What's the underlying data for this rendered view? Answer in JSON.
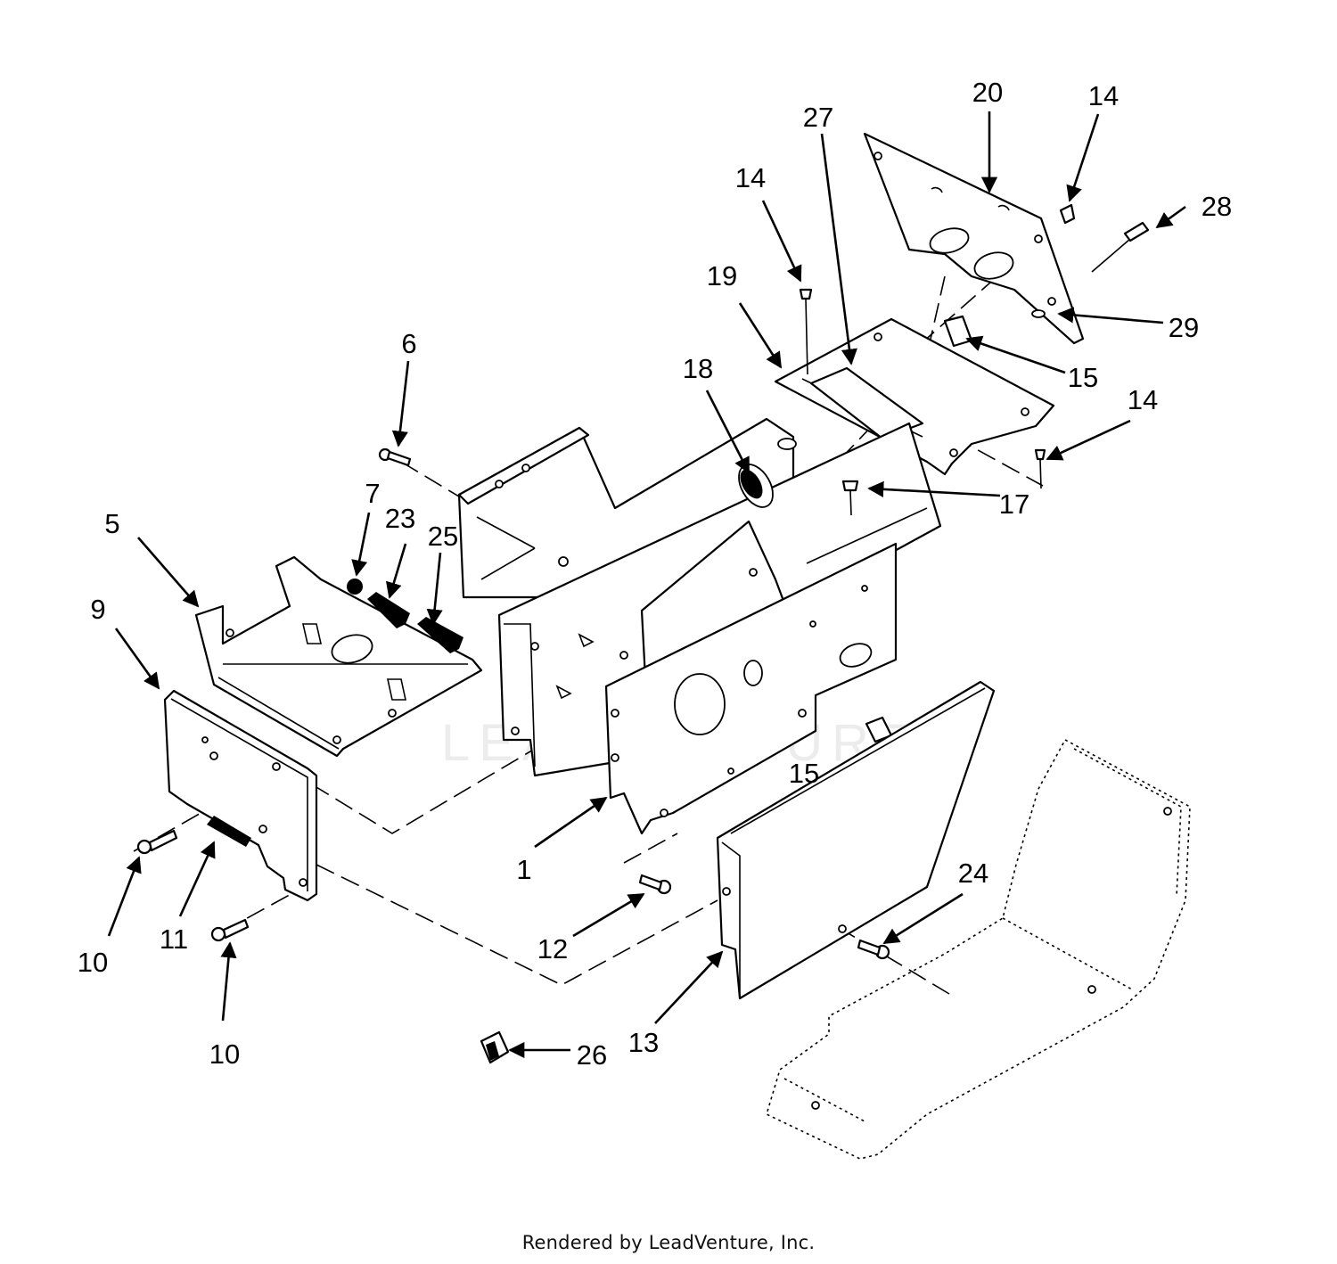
{
  "diagram": {
    "callouts": {
      "c1": "1",
      "c5": "5",
      "c6": "6",
      "c7": "7",
      "c9": "9",
      "c10a": "10",
      "c10b": "10",
      "c11": "11",
      "c12": "12",
      "c13": "13",
      "c14a": "14",
      "c14b": "14",
      "c14c": "14",
      "c15a": "15",
      "c15b": "15",
      "c17": "17",
      "c18": "18",
      "c19": "19",
      "c20": "20",
      "c23": "23",
      "c24": "24",
      "c25": "25",
      "c26": "26",
      "c27": "27",
      "c28": "28",
      "c29": "29"
    },
    "watermark": "LEADVENTURE",
    "footer": "Rendered by LeadVenture, Inc."
  }
}
